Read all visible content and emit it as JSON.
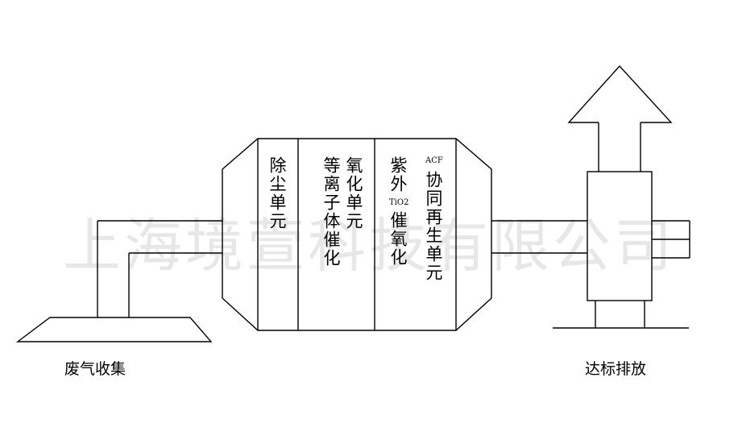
{
  "units": {
    "dust": "除尘单元",
    "plasma_line1": "氧化单元",
    "plasma_line2": "等离子体催化",
    "uv_line1": "紫外",
    "uv_line2": "催氧化",
    "uv_tag": "TiO2",
    "acf_line1": "协同再生单元",
    "acf_tag": "ACF"
  },
  "labels": {
    "collection": "废气收集",
    "discharge": "达标排放"
  },
  "watermark": "上海境萱科技有限公司"
}
